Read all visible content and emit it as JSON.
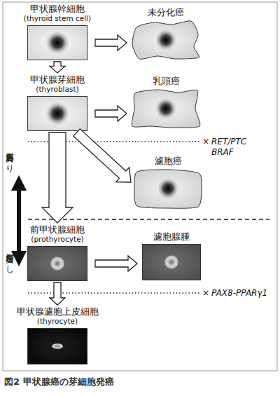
{
  "diagram": {
    "caption": "図2 甲状腺癌の芽細胞発癌",
    "nodes": [
      {
        "text": [
          "甲状腺幹細胞",
          "(thyroid stem cell)"
        ]
      },
      {
        "text": [
          "未分化癌"
        ]
      },
      {
        "text": [
          "甲状腺芽細胞",
          "(thyroblast)"
        ]
      },
      {
        "text": [
          "乳頭癌"
        ]
      },
      {
        "text": [
          "濾胞癌"
        ]
      },
      {
        "text": [
          "前甲状腺細胞",
          "(prothyrocyte)"
        ]
      },
      {
        "text": [
          "濾胞腺腫"
        ]
      },
      {
        "text": [
          "甲状腺濾胞上皮細胞",
          "(thyrocyte)"
        ]
      }
    ],
    "edges": [
      {
        "from": 0,
        "to": 1,
        "arrow": "to"
      },
      {
        "from": 0,
        "to": 2,
        "arrow": "to"
      },
      {
        "from": 2,
        "to": 3,
        "arrow": "to"
      },
      {
        "from": 2,
        "to": 5,
        "arrow": "to"
      },
      {
        "from": 2,
        "to": 4,
        "arrow": "to"
      },
      {
        "from": 5,
        "to": 6,
        "arrow": "to"
      },
      {
        "from": 5,
        "to": 7,
        "arrow": "to"
      }
    ],
    "labels": [
      "癌形質あり",
      "癌形質なし",
      "×",
      "RET/PTC",
      "BRAF",
      "×",
      "PAX8-PPARγ1"
    ]
  }
}
